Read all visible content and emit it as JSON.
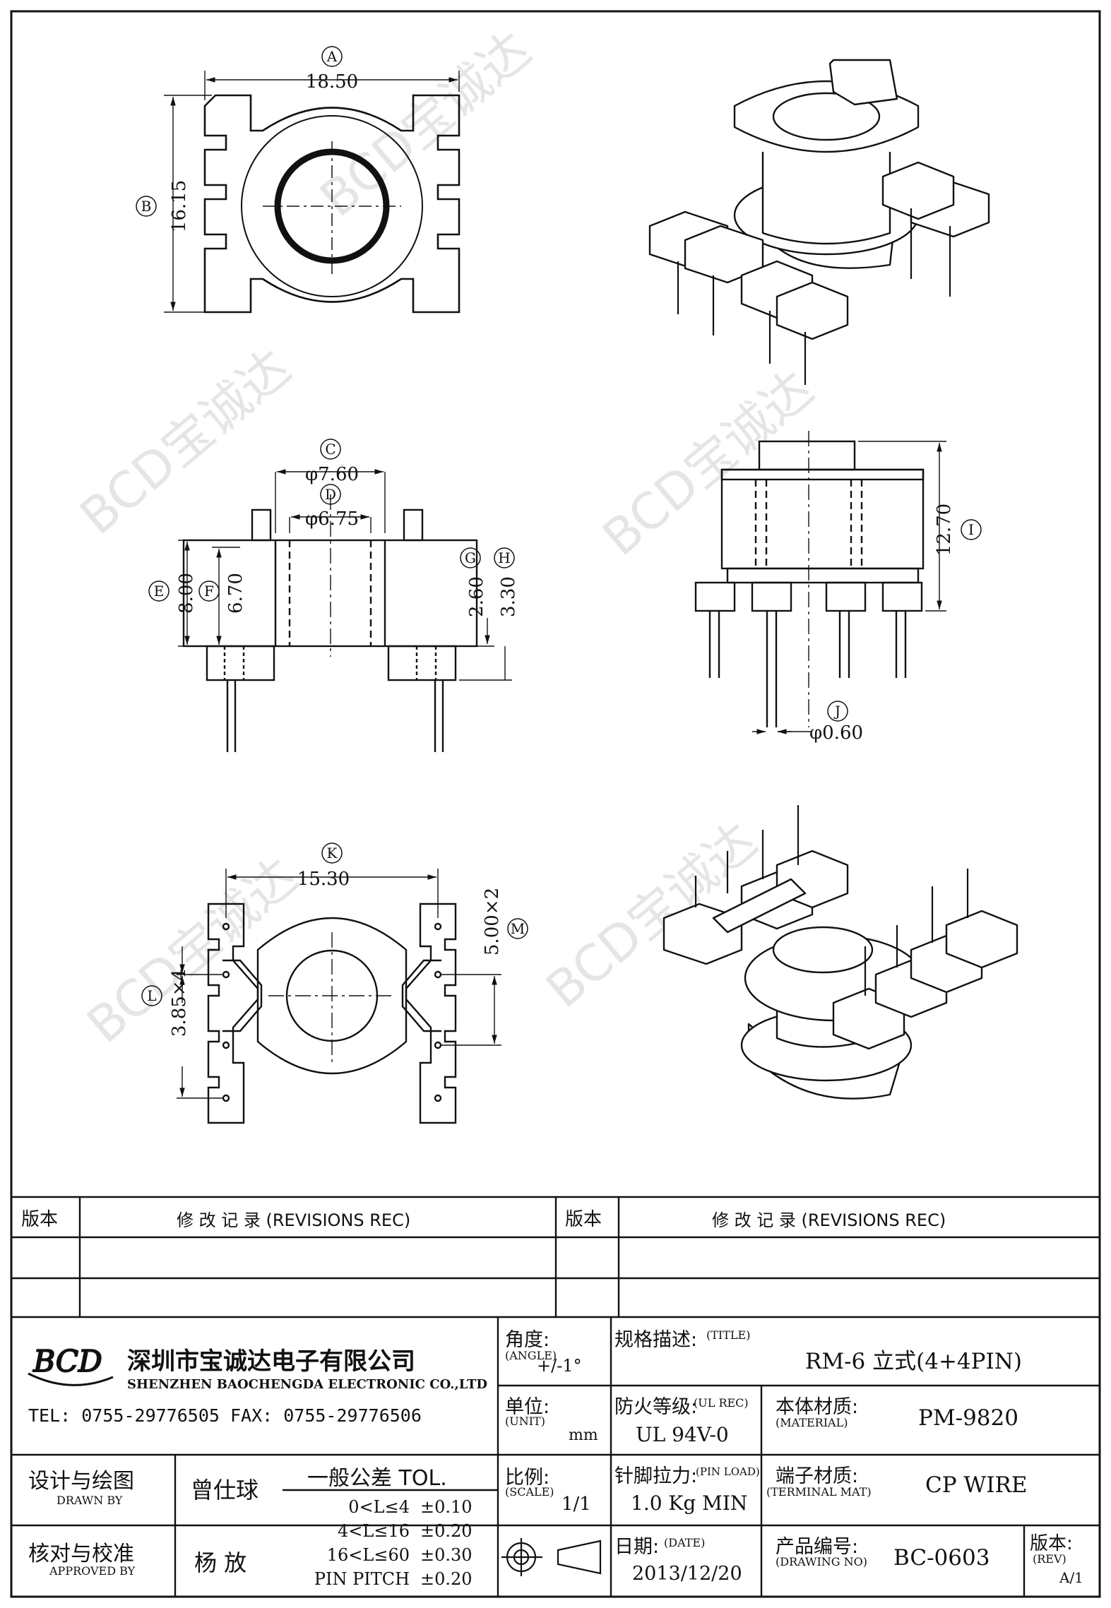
{
  "watermark": "BCD宝诚达",
  "dims": {
    "A": {
      "tag": "A",
      "value": "18.50"
    },
    "B": {
      "tag": "B",
      "value": "16.15"
    },
    "C": {
      "tag": "C",
      "value": "φ7.60"
    },
    "D": {
      "tag": "D",
      "value": "φ6.75"
    },
    "E": {
      "tag": "E",
      "value": "8.00"
    },
    "F": {
      "tag": "F",
      "value": "6.70"
    },
    "G": {
      "tag": "G",
      "value": "2.60"
    },
    "H": {
      "tag": "H",
      "value": "3.30"
    },
    "I": {
      "tag": "I",
      "value": "12.70"
    },
    "J": {
      "tag": "J",
      "value": "φ0.60"
    },
    "K": {
      "tag": "K",
      "value": "15.30"
    },
    "L": {
      "tag": "L",
      "value": "3.85×4"
    },
    "M": {
      "tag": "M",
      "value": "5.00×2"
    }
  },
  "revisions": {
    "ver_label": "版本",
    "rec_label": "修 改 记 录  (REVISIONS REC)"
  },
  "company": {
    "logo": "BCD",
    "name_cn": "深圳市宝诚达电子有限公司",
    "name_en": "SHENZHEN BAOCHENGDA ELECTRONIC CO.,LTD",
    "contact": "TEL: 0755-29776505  FAX: 0755-29776506"
  },
  "titleblock": {
    "angle_label": "角度:",
    "angle_en": "(ANGLE)",
    "angle_value": "+/-1°",
    "title_label": "规格描述:",
    "title_en": "(TITLE)",
    "title_value": "RM-6 立式(4+4PIN)",
    "unit_label": "单位:",
    "unit_en": "(UNIT)",
    "unit_value": "mm",
    "ul_label": "防火等级:",
    "ul_en": "(UL REC)",
    "ul_value": "UL 94V-0",
    "material_label": "本体材质:",
    "material_en": "(MATERIAL)",
    "material_value": "PM-9820",
    "drawn_label": "设计与绘图",
    "drawn_en": "DRAWN BY",
    "drawn_value": "曾仕球",
    "tol_label": "一般公差 TOL.",
    "tol_rows": [
      {
        "range": "0<L≤4",
        "tol": "±0.10"
      },
      {
        "range": "4<L≤16",
        "tol": "±0.20"
      },
      {
        "range": "16<L≤60",
        "tol": "±0.30"
      },
      {
        "range": "PIN PITCH",
        "tol": "±0.20"
      }
    ],
    "scale_label": "比例:",
    "scale_en": "(SCALE)",
    "scale_value": "1/1",
    "pin_label": "针脚拉力:",
    "pin_en": "(PIN LOAD)",
    "pin_value": "1.0 Kg MIN",
    "terminal_label": "端子材质:",
    "terminal_en": "(TERMINAL MAT)",
    "terminal_value": "CP WIRE",
    "approved_label": "核对与校准",
    "approved_en": "APPROVED BY",
    "approved_value": "杨 放",
    "date_label": "日期:",
    "date_en": "(DATE)",
    "date_value": "2013/12/20",
    "drawing_label": "产品编号:",
    "drawing_en": "(DRAWING NO)",
    "drawing_value": "BC-0603",
    "rev_label": "版本:",
    "rev_en": "(REV)",
    "rev_value": "A/1"
  }
}
